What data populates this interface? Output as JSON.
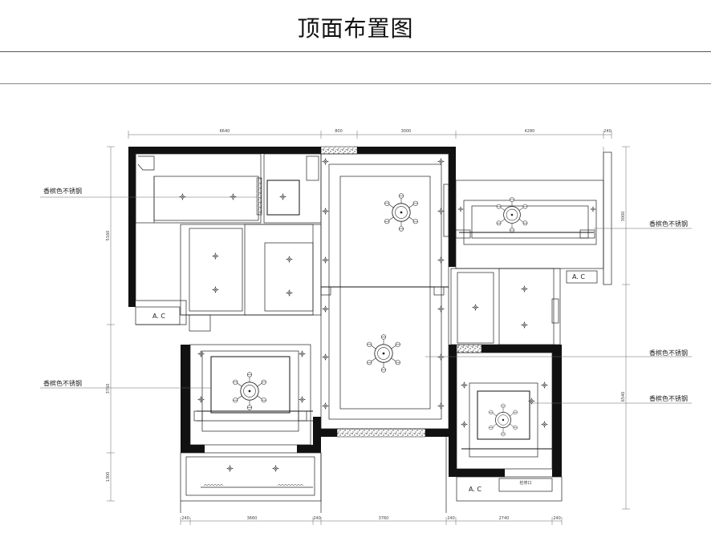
{
  "title": "顶面布置图",
  "material_label": "香槟色不锈钢",
  "ac_label": "A. C",
  "small_tag": "检修口",
  "dimensions": {
    "top": [
      "6640",
      "800",
      "3000",
      "4280",
      "240"
    ],
    "bottom": [
      "240",
      "3660",
      "240",
      "3760",
      "240",
      "2740",
      "240"
    ],
    "left": [
      "5160",
      "3760",
      "1300"
    ],
    "right": [
      "3000",
      "6540"
    ]
  },
  "annotations": [
    {
      "text": "香槟色不锈钢",
      "side": "left"
    },
    {
      "text": "香槟色不锈钢",
      "side": "left"
    },
    {
      "text": "香槟色不锈钢",
      "side": "right"
    },
    {
      "text": "香槟色不锈钢",
      "side": "right"
    },
    {
      "text": "香槟色不锈钢",
      "side": "right"
    }
  ]
}
